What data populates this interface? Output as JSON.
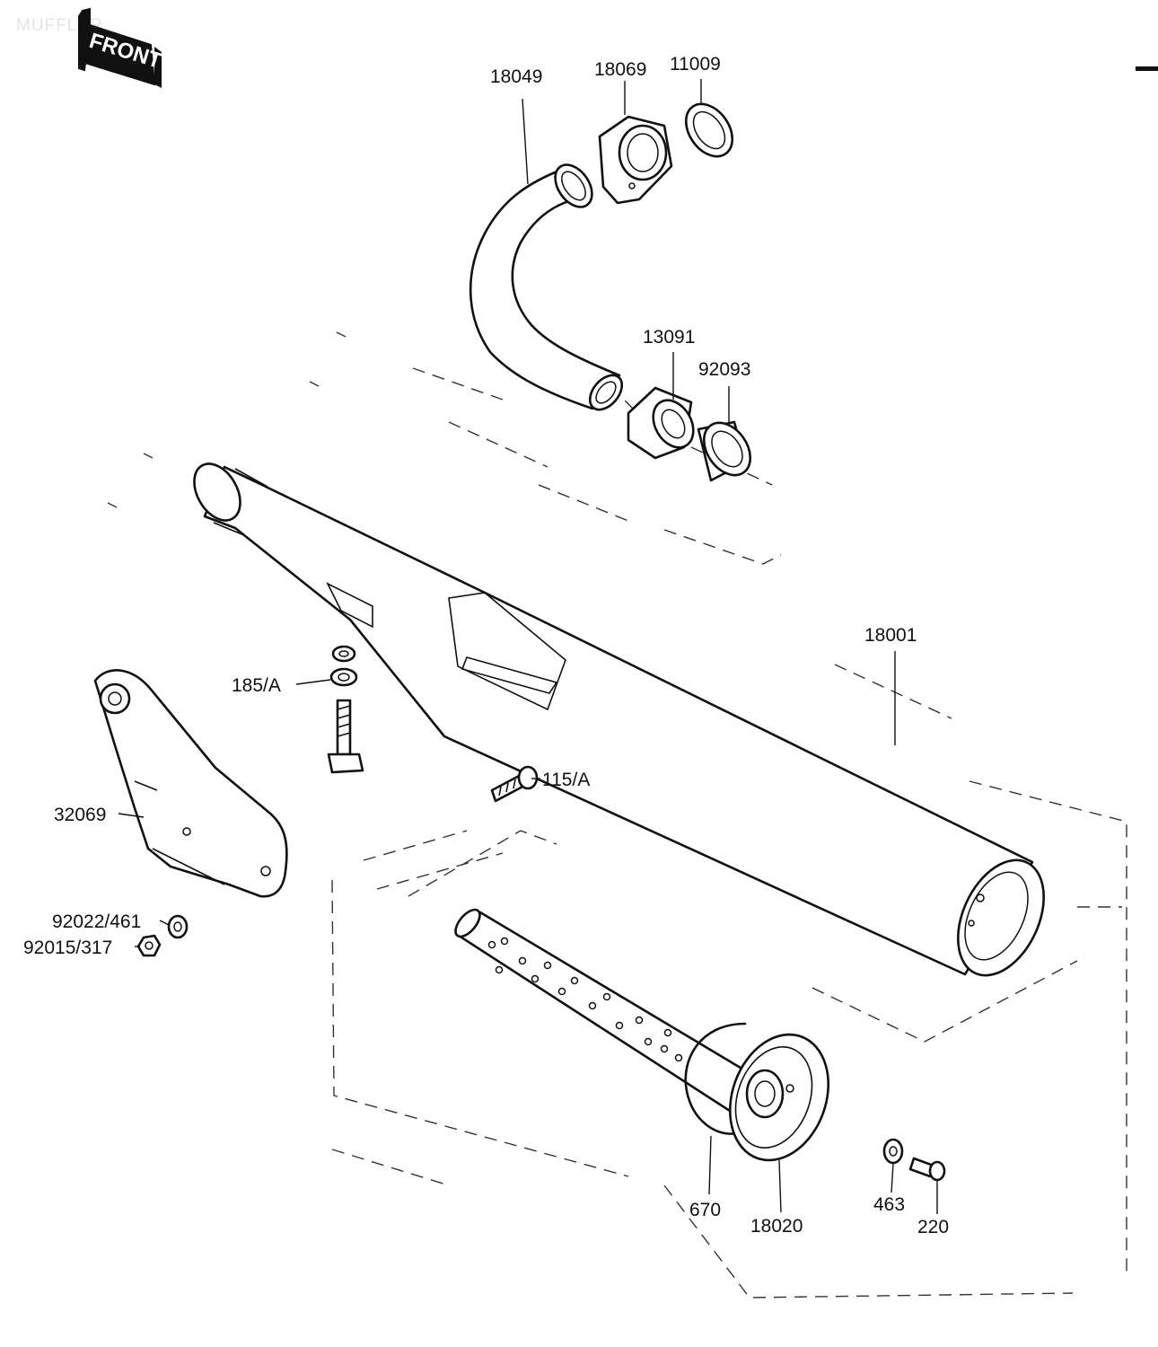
{
  "watermark": "MUFFLER",
  "front_mark": "FRONT",
  "callouts": {
    "exhaust_pipe": "18049",
    "pipe_holder": "18069",
    "gasket": "11009",
    "pipe_joint": "13091",
    "pipe_collar": "92093",
    "muffler": "18001",
    "mount_bolt_nut_washer": "185/A",
    "cap_screw": "115/A",
    "bracket": "32069",
    "washer_ref": "92022/461",
    "nut_ref": "92015/317",
    "silencer_tube": "670",
    "end_cap": "18020",
    "end_washer": "463",
    "end_bolt": "220"
  }
}
